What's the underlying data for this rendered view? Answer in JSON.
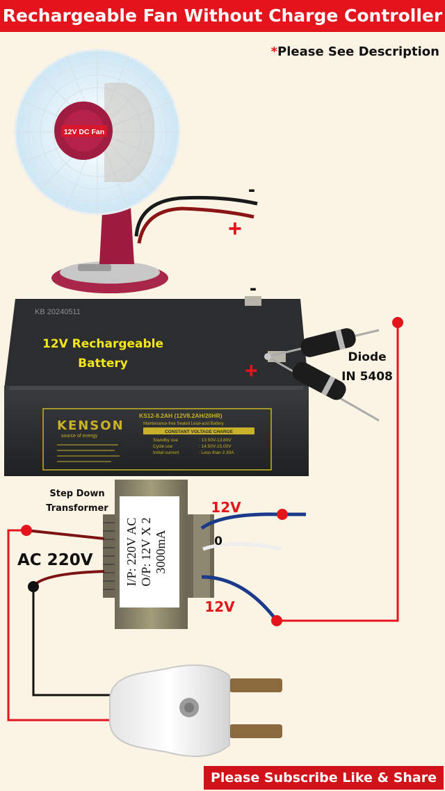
{
  "title": "Rechargeable Fan Without Charge Controller",
  "note": {
    "star": "*",
    "text": "Please See Description"
  },
  "fan": {
    "label": "12V DC Fan",
    "minus": "-",
    "plus": "+"
  },
  "battery": {
    "code": "KB 20240511",
    "label_line1": "12V Rechargeable",
    "label_line2": "Battery",
    "brand": "KENSON",
    "brand_sub": "source of energy",
    "model": "KS12-8.2AH (12V8.2AH/20HR)",
    "type": "Maintenance-free Sealed Lead-acid Battery",
    "charge_header": "CONSTANT VOLTAGE CHARGE",
    "charge_rows": [
      {
        "k": "Standby use",
        "v": ": 13.50V-13.80V"
      },
      {
        "k": "Cycle use",
        "v": ": 14.50V-15.00V"
      },
      {
        "k": "Initial current",
        "v": ": Less than 2.30A"
      }
    ],
    "minus": "-",
    "plus": "+"
  },
  "diode": {
    "label_line1": "Diode",
    "label_line2": "IN 5408"
  },
  "transformer": {
    "label_line1": "Step Down",
    "label_line2": "Transformer",
    "spec_line1": "I/P: 220V AC",
    "spec_line2": "O/P: 12V X 2",
    "spec_line3": "3000mA",
    "out_top": "12V",
    "out_mid": "0",
    "out_bot": "12V"
  },
  "ac_label": "AC 220V",
  "footer": "Please Subscribe Like & Share",
  "colors": {
    "accent": "#e3141b",
    "wire_red": "#e3141b",
    "wire_black": "#111111",
    "fan_body": "#9e1b3f"
  }
}
